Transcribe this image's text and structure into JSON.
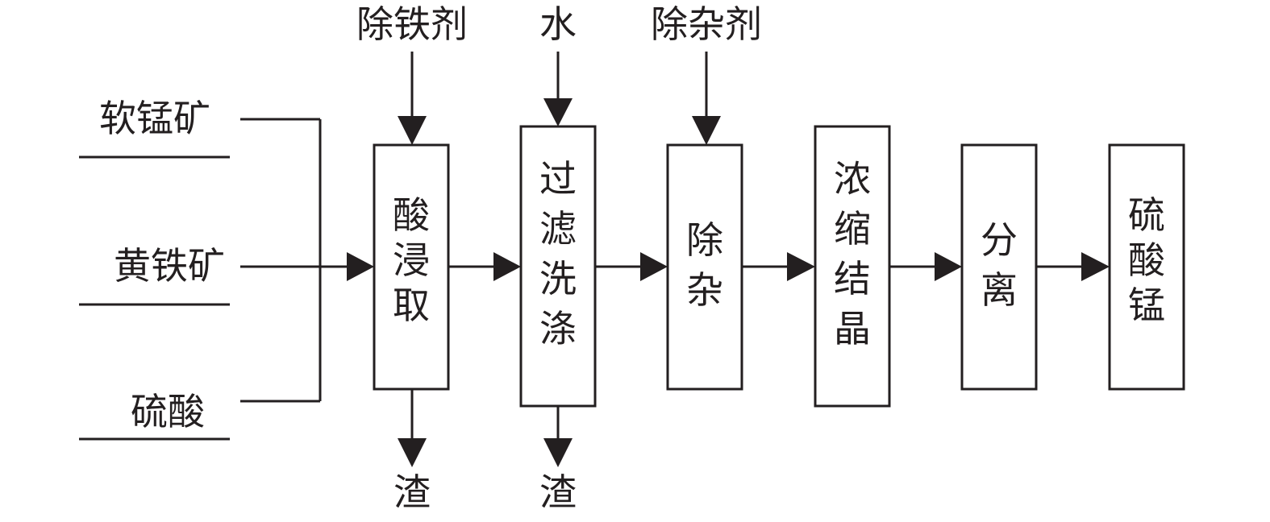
{
  "inputs": [
    {
      "label": "软锰矿"
    },
    {
      "label": "黄铁矿"
    },
    {
      "label": "硫酸"
    }
  ],
  "steps": [
    {
      "label": "酸浸取",
      "top_input": "除铁剂",
      "bottom_output": "渣"
    },
    {
      "label": "过滤洗涤",
      "top_input": "水",
      "bottom_output": "渣"
    },
    {
      "label": "除杂",
      "top_input": "除杂剂",
      "bottom_output": ""
    },
    {
      "label": "浓缩结晶",
      "top_input": "",
      "bottom_output": ""
    },
    {
      "label": "分离",
      "top_input": "",
      "bottom_output": ""
    },
    {
      "label": "硫酸锰",
      "top_input": "",
      "bottom_output": ""
    }
  ],
  "colors": {
    "stroke": "#231f20",
    "background": "#ffffff"
  }
}
